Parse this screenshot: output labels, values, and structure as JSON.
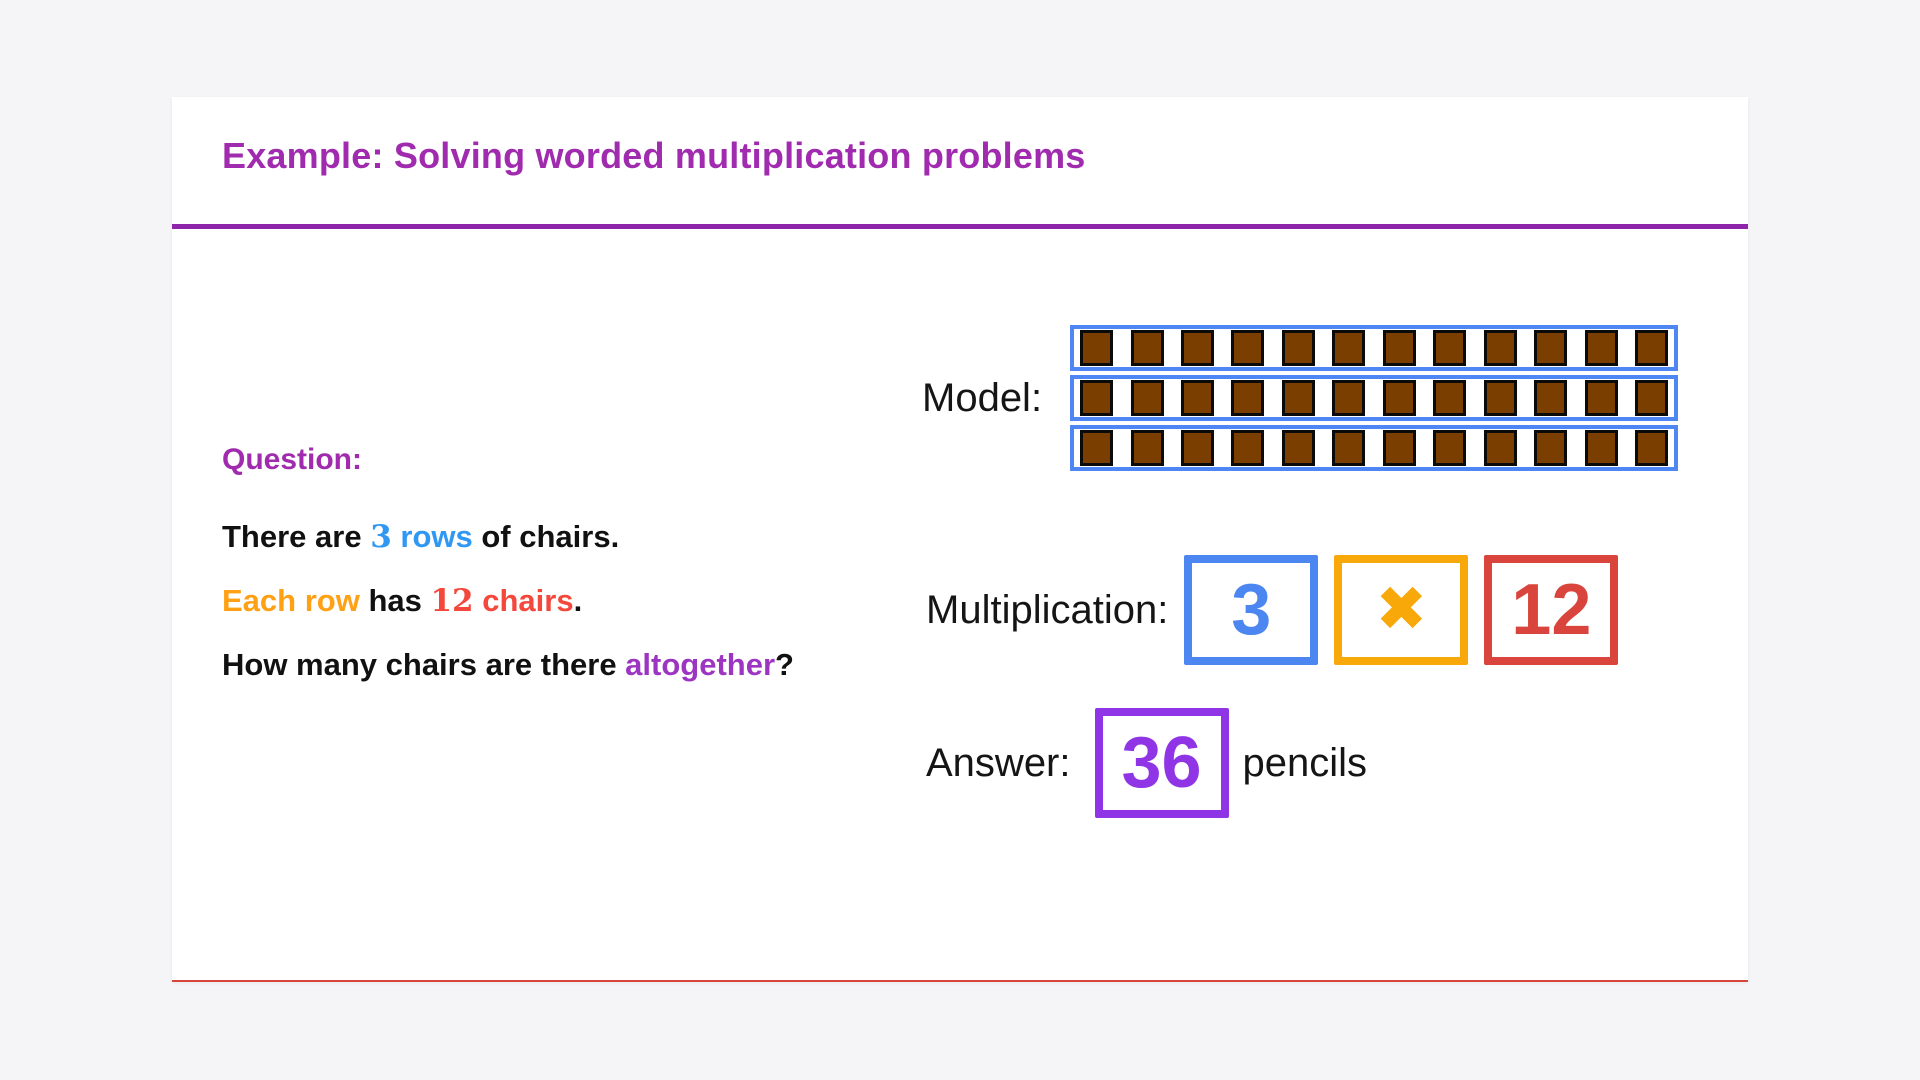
{
  "colors": {
    "page_bg": "#f5f5f7",
    "card_bg": "#ffffff",
    "title_purple": "#A02BAE",
    "divider_purple": "#8E24AA",
    "card_bottom_line_red": "#D9453A",
    "text_black": "#111111",
    "highlight_blue": "#3097F3",
    "highlight_orange": "#FFA015",
    "highlight_red": "#F4483C",
    "highlight_purple": "#9C36C2",
    "box_blue": "#4C86F0",
    "box_orange": "#F9A80A",
    "box_red": "#D9453C",
    "box_purple": "#8F35E6",
    "model_row_border_blue": "#4E87F3",
    "model_square_brown": "#7A3F00",
    "model_square_border": "#0A0A0A"
  },
  "header": {
    "title": "Example: Solving worded multiplication problems"
  },
  "question": {
    "heading": "Question:",
    "line1": {
      "t1": "There are ",
      "num": "3",
      "t2": " rows",
      "t3": " of chairs."
    },
    "line2": {
      "t1": "Each row",
      "t2": " has ",
      "num": "12",
      "t3": " chairs",
      "t4": "."
    },
    "line3": {
      "t1": "How many chairs are there ",
      "t2": "altogether",
      "t3": "?"
    }
  },
  "model": {
    "label": "Model:",
    "rows": 3,
    "columns": 12
  },
  "multiplication": {
    "label": "Multiplication:",
    "factor1": "3",
    "operator": "✖",
    "factor2": "12"
  },
  "answer": {
    "label": "Answer:",
    "value": "36",
    "unit": "pencils"
  }
}
